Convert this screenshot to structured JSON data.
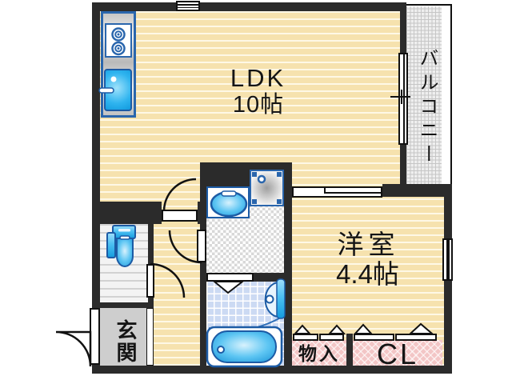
{
  "plan": {
    "rooms": {
      "ldk": {
        "label": "LDK",
        "size": "10帖"
      },
      "western": {
        "label": "洋室",
        "size": "4.4帖"
      },
      "balcony": {
        "label": "バルコニー"
      },
      "entrance": {
        "label": "玄関"
      },
      "storage": {
        "label": "物入"
      },
      "closet": {
        "label": "CL"
      }
    },
    "fixtures": [
      "kitchen-stove",
      "kitchen-sink",
      "toilet",
      "washbasin",
      "washing-machine-space",
      "bathtub"
    ],
    "colors": {
      "wall": "#2b2b2b",
      "floor_cream": "#f6e2ae",
      "fixture_blue": "#29a8ea",
      "fixture_border": "#1c5ba5",
      "bath_tile": "#ccdaf3",
      "closet_pink": "#f3c6c6",
      "balcony_gray": "#efefef",
      "entrance_gray": "#cecece"
    }
  }
}
